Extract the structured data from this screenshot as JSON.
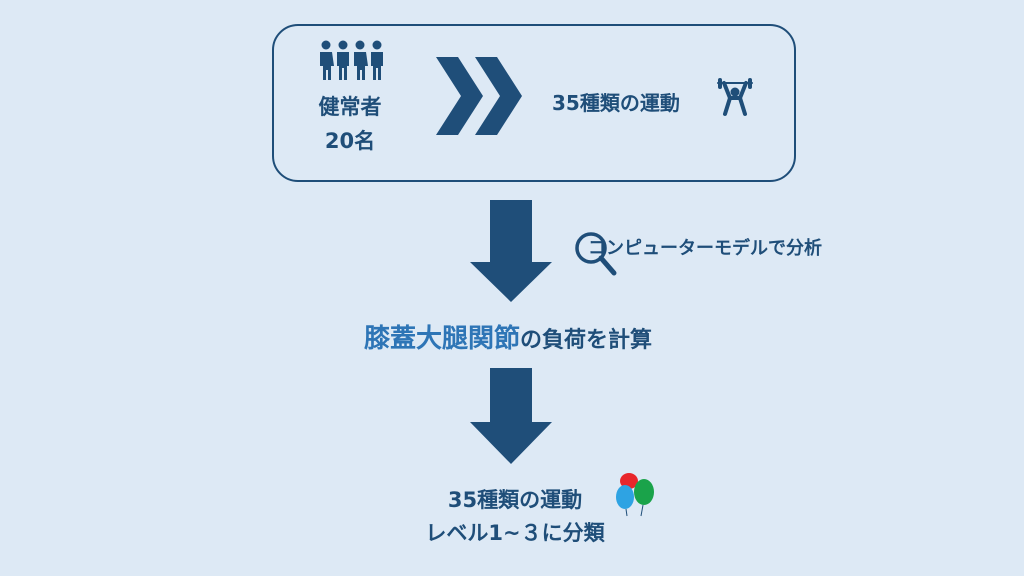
{
  "top_box": {
    "participants_line1": "健常者",
    "participants_line2": "20名",
    "exercises": "35種類の運動"
  },
  "analysis_label": "コンピューターモデルで分析",
  "calculation": {
    "highlight": "膝蓋大腿関節",
    "rest": "の負荷を計算"
  },
  "result": {
    "line1": "35種類の運動",
    "line2": "レベル1~３に分類"
  },
  "colors": {
    "primary": "#1f4e79",
    "highlight": "#2e75b6",
    "background": "#dde9f5"
  }
}
